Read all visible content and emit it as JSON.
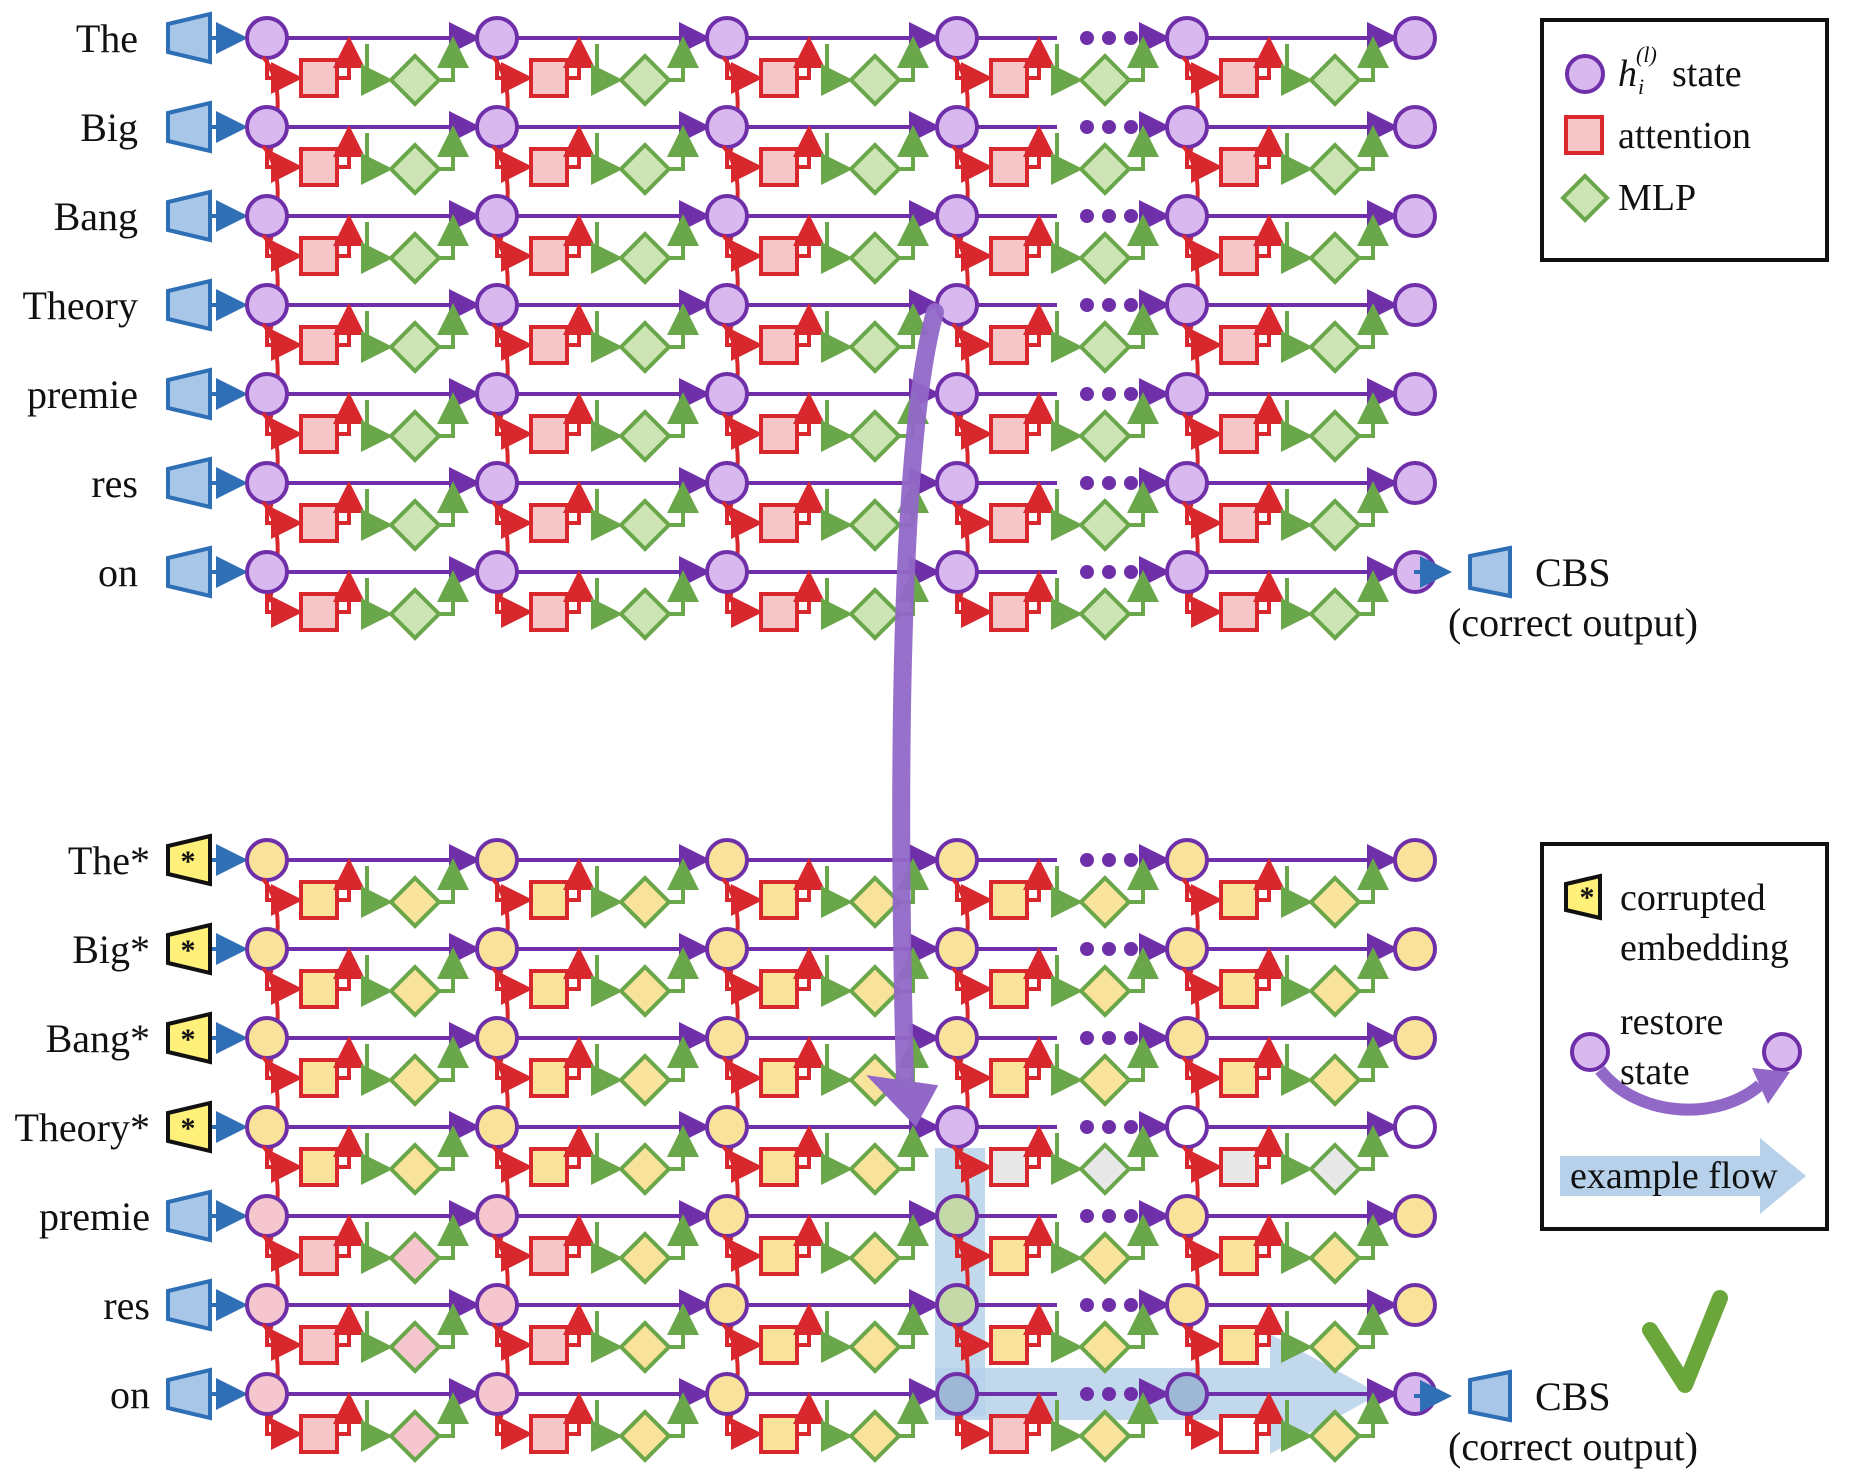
{
  "clean": {
    "tokens": [
      "The",
      "Big",
      "Bang",
      "Theory",
      "premie",
      "res",
      "on"
    ],
    "output_label": "CBS",
    "output_note": "(correct output)"
  },
  "corrupted": {
    "tokens": [
      "The*",
      "Big*",
      "Bang*",
      "Theory*",
      "premie",
      "res",
      "on"
    ],
    "corrupted_token_count": 4,
    "output_label": "CBS",
    "output_note": "(correct output)"
  },
  "legend_top": {
    "state_symbol": "h",
    "state_sub": "i",
    "state_sup": "(l)",
    "state_label": "state",
    "attention_label": "attention",
    "mlp_label": "MLP"
  },
  "legend_bottom": {
    "corrupted_label_1": "corrupted",
    "corrupted_label_2": "embedding",
    "restore_label_1": "restore",
    "restore_label_2": "state",
    "flow_label": "example flow"
  },
  "embedding_star": "*",
  "colors": {
    "state_purple": "#d9b8f0",
    "state_stroke": "#6f2fa8",
    "attention_fill": "#f6c6c8",
    "attention_stroke": "#d8282e",
    "mlp_fill": "#cde5b4",
    "mlp_stroke": "#6aa64a",
    "embed_blue": "#a7c6e8",
    "embed_stroke": "#2f6fb6",
    "corrupt_yellow": "#fff07a",
    "corrupt_state": "#f9e39a",
    "pink_state": "#f6c6cf",
    "green_state": "#c5d8a8",
    "gray_state": "#e8e8e8",
    "restore_arrow": "#9168c8",
    "flow": "#b7d1ea",
    "check": "#6aa63a"
  },
  "icons": {
    "embedding": "trapezoid-embed-icon",
    "corrupted_embedding": "star-embed-icon",
    "state": "circle-state-icon",
    "attention": "square-attention-icon",
    "mlp": "diamond-mlp-icon",
    "check": "check-mark-icon",
    "ellipsis": "ellipsis-dots-icon"
  }
}
